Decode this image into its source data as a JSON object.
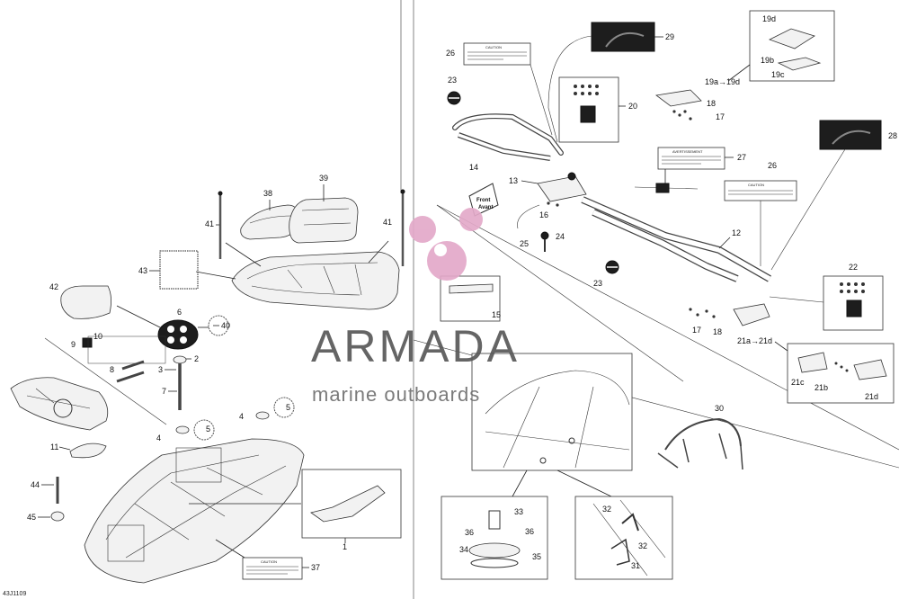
{
  "diagram": {
    "code": "43J1109",
    "watermark": {
      "brand": "ARMADA",
      "tagline": "marine outboards",
      "color": "#e3a9c9"
    },
    "labels": {
      "1": "1",
      "2": "2",
      "3": "3",
      "4": "4",
      "4b": "4",
      "5": "5",
      "5b": "5",
      "6": "6",
      "7": "7",
      "8": "8",
      "9": "9",
      "10": "10",
      "11": "11",
      "12": "12",
      "13": "13",
      "14": "14",
      "15": "15",
      "16": "16",
      "17": "17",
      "17b": "17",
      "18": "18",
      "18b": "18",
      "19a19d": "19a→19d",
      "19b": "19b",
      "19c": "19c",
      "19d": "19d",
      "20": "20",
      "21a21d": "21a→21d",
      "21b": "21b",
      "21c": "21c",
      "21d": "21d",
      "22": "22",
      "23": "23",
      "23b": "23",
      "24": "24",
      "25": "25",
      "26": "26",
      "26b": "26",
      "27": "27",
      "28": "28",
      "29": "29",
      "30": "30",
      "31": "31",
      "32": "32",
      "32b": "32",
      "33": "33",
      "34": "34",
      "35": "35",
      "36": "36",
      "36b": "36",
      "37": "37",
      "38": "38",
      "39": "39",
      "40": "40",
      "41": "41",
      "41b": "41",
      "42": "42",
      "43": "43",
      "44": "44",
      "45": "45"
    },
    "decals": {
      "caution": "CAUTION",
      "avertissement": "AVERTISSEMENT",
      "front": "Front",
      "avant": "Avant"
    }
  }
}
